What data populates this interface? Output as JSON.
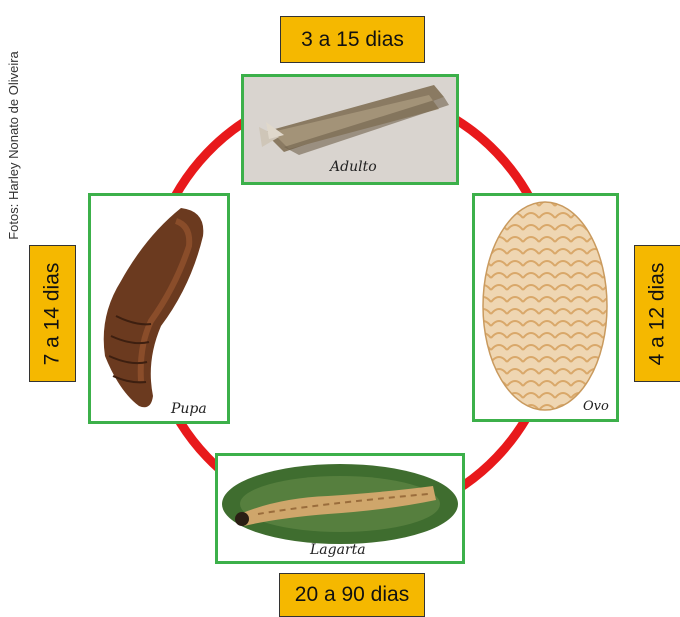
{
  "photo_credit": "Fotos: Harley Nonato de Oliveira",
  "cycle": {
    "ring_color": "#e8191b",
    "card_border_color": "#3cb04a",
    "duration_box_color": "#f5b800",
    "stages": {
      "adult": {
        "label": "Adulto",
        "duration": "3 a 15 dias"
      },
      "egg": {
        "label": "Ovo",
        "duration": "4 a 12 dias"
      },
      "larva": {
        "label": "Lagarta",
        "duration": "20 a 90 dias"
      },
      "pupa": {
        "label": "Pupa",
        "duration": "7 a 14 dias"
      }
    }
  }
}
